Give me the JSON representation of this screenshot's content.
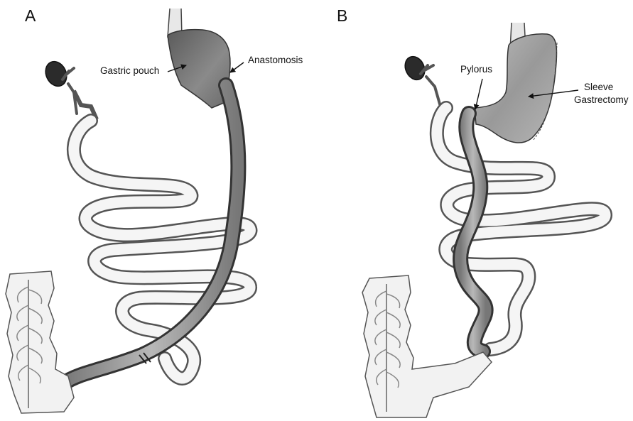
{
  "panels": {
    "a": {
      "letter": "A",
      "labels": {
        "gastric_pouch": "Gastric pouch",
        "anastomosis": "Anastomosis"
      }
    },
    "b": {
      "letter": "B",
      "labels": {
        "pylorus": "Pylorus",
        "sleeve_line1": "Sleeve",
        "sleeve_line2": "Gastrectomy"
      }
    }
  },
  "colors": {
    "ink": "#111111",
    "outline": "#555555",
    "pale_tissue": "#f4f4f4",
    "shaded_tissue": "#9a9a9a",
    "dark_tissue": "#5e5e5e"
  }
}
